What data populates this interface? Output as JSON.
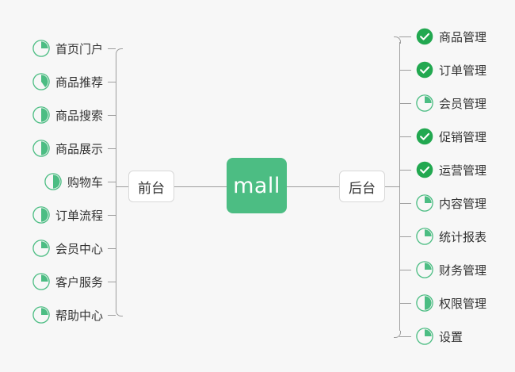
{
  "diagram": {
    "type": "mind-map",
    "background_color": "#f7f7f7",
    "accent_color": "#4cbd83",
    "done_color": "#22a850",
    "line_color": "#9e9e9e",
    "text_color": "#333333",
    "center": {
      "label": "mall",
      "icon": "root-node"
    },
    "branches": [
      {
        "id": "frontend",
        "label": "前台",
        "side": "left"
      },
      {
        "id": "backend",
        "label": "后台",
        "side": "right"
      }
    ],
    "left_items": [
      {
        "label": "首页门户",
        "icon": "pie-progress-icon",
        "progress": 25
      },
      {
        "label": "商品推荐",
        "icon": "pie-progress-icon",
        "progress": 40
      },
      {
        "label": "商品搜索",
        "icon": "pie-progress-icon",
        "progress": 50
      },
      {
        "label": "商品展示",
        "icon": "pie-progress-icon",
        "progress": 50
      },
      {
        "label": "购物车",
        "icon": "pie-progress-icon",
        "progress": 50
      },
      {
        "label": "订单流程",
        "icon": "pie-progress-icon",
        "progress": 50
      },
      {
        "label": "会员中心",
        "icon": "pie-progress-icon",
        "progress": 25
      },
      {
        "label": "客户服务",
        "icon": "pie-progress-icon",
        "progress": 25
      },
      {
        "label": "帮助中心",
        "icon": "pie-progress-icon",
        "progress": 25
      }
    ],
    "right_items": [
      {
        "label": "商品管理",
        "icon": "check-circle-icon",
        "progress": 100
      },
      {
        "label": "订单管理",
        "icon": "check-circle-icon",
        "progress": 100
      },
      {
        "label": "会员管理",
        "icon": "pie-progress-icon",
        "progress": 25
      },
      {
        "label": "促销管理",
        "icon": "check-circle-icon",
        "progress": 100
      },
      {
        "label": "运营管理",
        "icon": "check-circle-icon",
        "progress": 100
      },
      {
        "label": "内容管理",
        "icon": "pie-progress-icon",
        "progress": 25
      },
      {
        "label": "统计报表",
        "icon": "pie-progress-icon",
        "progress": 25
      },
      {
        "label": "财务管理",
        "icon": "pie-progress-icon",
        "progress": 25
      },
      {
        "label": "权限管理",
        "icon": "pie-progress-icon",
        "progress": 50
      },
      {
        "label": "设置",
        "icon": "pie-progress-icon",
        "progress": 25
      }
    ]
  }
}
